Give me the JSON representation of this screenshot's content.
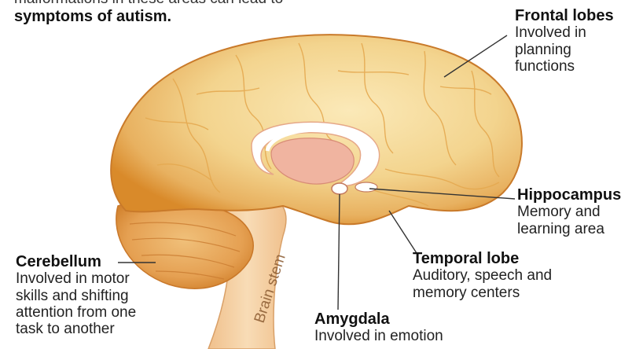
{
  "intro": {
    "line1": "malformations in these areas can lead to",
    "line2": "symptoms of autism."
  },
  "regions": {
    "frontal": {
      "title": "Frontal lobes",
      "desc": [
        "Involved in",
        "planning",
        "functions"
      ]
    },
    "hippocampus": {
      "title": "Hippocampus",
      "desc": [
        "Memory and",
        "learning area"
      ]
    },
    "temporal": {
      "title": "Temporal lobe",
      "desc": [
        "Auditory, speech and",
        "memory centers"
      ]
    },
    "amygdala": {
      "title": "Amygdala",
      "desc": [
        "Involved in emotion"
      ]
    },
    "cerebellum": {
      "title": "Cerebellum",
      "desc": [
        "Involved in motor",
        "skills and shifting",
        "attention from one",
        "task to another"
      ]
    },
    "brain_stem": {
      "label": "Brain stem"
    }
  },
  "colors": {
    "cortex": "#f3d48e",
    "cortex_edge": "#d98a2a",
    "cerebellum": "#e8a45a",
    "stem": "#f6d2a6",
    "limbic": "#f0b4a0",
    "leader": "#333333"
  }
}
